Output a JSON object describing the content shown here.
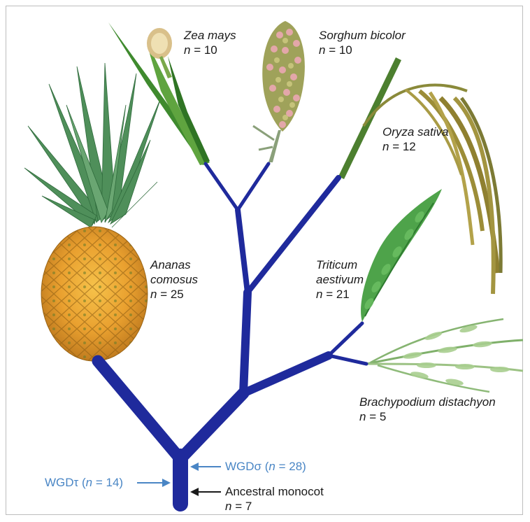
{
  "colors": {
    "tree": "#1f2a9c",
    "wgd_label": "#4a86c5",
    "ancestral_arrow": "#1a1a1a"
  },
  "species": {
    "zea": {
      "name": "Zea mays",
      "n_label": "n",
      "n_value": "= 10",
      "icon": "corn-plant-icon"
    },
    "sorghum": {
      "name": "Sorghum bicolor",
      "n_label": "n",
      "n_value": "= 10",
      "icon": "sorghum-panicle-icon"
    },
    "oryza": {
      "name": "Oryza sativa",
      "n_label": "n",
      "n_value": "= 12",
      "icon": "rice-panicle-icon"
    },
    "ananas": {
      "name_line1": "Ananas",
      "name_line2": "comosus",
      "n_label": "n",
      "n_value": "= 25",
      "icon": "pineapple-icon"
    },
    "triticum": {
      "name_line1": "Triticum",
      "name_line2": "aestivum",
      "n_label": "n",
      "n_value": "= 21",
      "icon": "wheat-spike-icon"
    },
    "brachypodium": {
      "name": "Brachypodium distachyon",
      "n_label": "n",
      "n_value": "= 5",
      "icon": "brachypodium-grass-icon"
    }
  },
  "events": {
    "wgd_sigma": {
      "prefix": "WGDσ (",
      "n_label": "n",
      "suffix": " = 28)"
    },
    "wgd_tau": {
      "prefix": "WGDτ (",
      "n_label": "n",
      "suffix": " = 14)"
    },
    "ancestral": {
      "line1": "Ancestral monocot",
      "n_label": "n",
      "n_value": "= 7"
    }
  }
}
